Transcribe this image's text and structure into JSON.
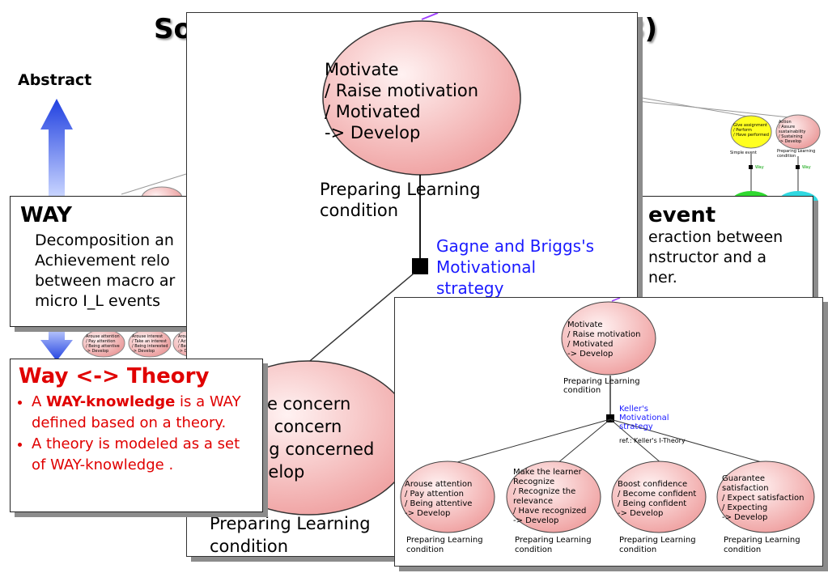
{
  "slide_title": {
    "left": "So",
    "right": "3)"
  },
  "abstract_label": "Abstract",
  "way_box": {
    "heading": "WAY",
    "lines": [
      "Decomposition an",
      "Achievement relo",
      "between macro ar",
      "micro I_L events"
    ]
  },
  "event_box": {
    "heading": "event",
    "lines": [
      "eraction between",
      "nstructor and a",
      "ner."
    ]
  },
  "theory_box": {
    "heading": "Way <-> Theory",
    "item1_pre": "A ",
    "item1_bold": "WAY-knowledge",
    "item1_post": " is a WAY defined based on a theory.",
    "item2": "A theory is modeled as a set of WAY-knowledge ."
  },
  "mid_panel": {
    "top_node": [
      "Motivate",
      "/ Raise motivation",
      "/ Motivated",
      "-> Develop"
    ],
    "top_cond": [
      "Preparing Learning",
      "condition"
    ],
    "strategy": [
      "Gagne and Briggs's",
      "Motivational",
      "strategy"
    ],
    "bottom_node": [
      "se concern",
      "e concern",
      "ng concerned",
      "velop"
    ],
    "bottom_cond": [
      "Preparing Learning",
      "condition"
    ]
  },
  "front_panel": {
    "top_node": [
      "Motivate",
      "/ Raise motivation",
      "/ Motivated",
      "-> Develop"
    ],
    "top_cond": [
      "Preparing Learning",
      "condition"
    ],
    "strategy": [
      "Keller's",
      "Motivational",
      "strategy"
    ],
    "strategy_ref": "ref.: Keller's I-Theory",
    "children": [
      {
        "lines": [
          "Arouse attention",
          "/ Pay attention",
          "/ Being attentive",
          "-> Develop"
        ],
        "cond": [
          "Preparing Learning",
          "condition"
        ]
      },
      {
        "lines": [
          "Make the learner",
          "Recognize",
          "/ Recognize the",
          "relevance",
          "/ Have recognized",
          "-> Develop"
        ],
        "cond": [
          "Preparing Learning",
          "condition"
        ]
      },
      {
        "lines": [
          "Boost confidence",
          "/ Become confident",
          "/ Being confident",
          "-> Develop"
        ],
        "cond": [
          "Preparing Learning",
          "condition"
        ]
      },
      {
        "lines": [
          "Guarantee",
          "satisfaction",
          "/ Expect satisfaction",
          "/ Expecting",
          "-> Develop"
        ],
        "cond": [
          "Preparing Learning",
          "condition"
        ]
      }
    ]
  },
  "back_right": {
    "yellow_node": [
      "Give assignment",
      "/ Perform",
      "/ Have performed"
    ],
    "yellow_cond": "Simple event",
    "pink_node": [
      "Action",
      "/ Assure",
      "sustainability",
      "/ Sustaining",
      "-> Develop"
    ],
    "pink_cond": [
      "Preparing Learning",
      "condition"
    ],
    "way_tag": "Way"
  },
  "back_left": {
    "nodes": [
      [
        "Arouse attention",
        "/ Pay attention",
        "/ Being attentive",
        "-> Develop"
      ],
      [
        "Arouse interest",
        "/ Take an interest",
        "/ Being interested",
        "-> Develop"
      ],
      [
        "Arou",
        "/ Acti",
        "/ Bei",
        "-> D"
      ]
    ]
  },
  "colors": {
    "blue_arrow": "#3050e0",
    "red_text": "#e00000",
    "node_pink": "#f4b8b8",
    "strategy_blue": "#1a1aff"
  }
}
